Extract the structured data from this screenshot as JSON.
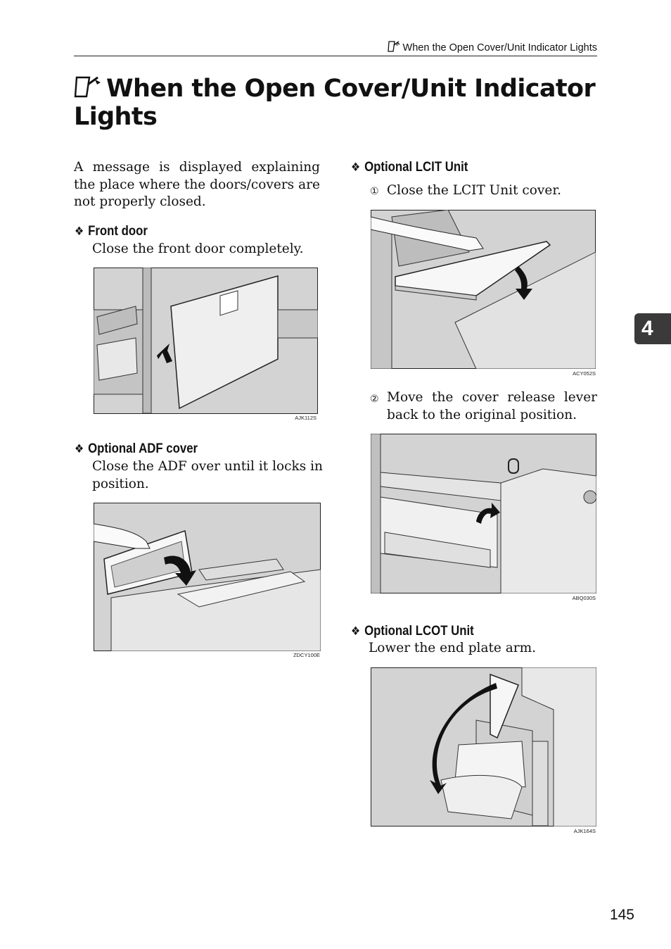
{
  "running_head": "When the Open Cover/Unit Indicator Lights",
  "title": "When the Open Cover/Unit Indicator Lights",
  "intro": "A message is displayed explaining the place where the doors/covers are not properly closed.",
  "sections": {
    "front_door": {
      "heading": "Front door",
      "text": "Close the front door completely.",
      "figure_code": "AJK112S"
    },
    "adf_cover": {
      "heading": "Optional ADF cover",
      "text": "Close the ADF over until it locks in position.",
      "figure_code": "ZDCY100E"
    },
    "lcit_unit": {
      "heading": "Optional LCIT Unit",
      "steps": [
        {
          "number": "①",
          "text": "Close the LCIT Unit cover.",
          "figure_code": "ACY052S"
        },
        {
          "number": "②",
          "text": "Move the cover release lever back to the original position.",
          "figure_code": "ABQ030S"
        }
      ]
    },
    "lcot_unit": {
      "heading": "Optional LCOT Unit",
      "text": "Lower the end plate arm.",
      "figure_code": "AJK164S"
    }
  },
  "chapter_tab": "4",
  "page_number": "145",
  "icons": {
    "title_icon": "cover-open-icon",
    "bullet_icon": "diamond-bullet-icon"
  },
  "colors": {
    "figure_bg": "#d3d3d3",
    "chapter_tab": "#3a3a3a"
  }
}
